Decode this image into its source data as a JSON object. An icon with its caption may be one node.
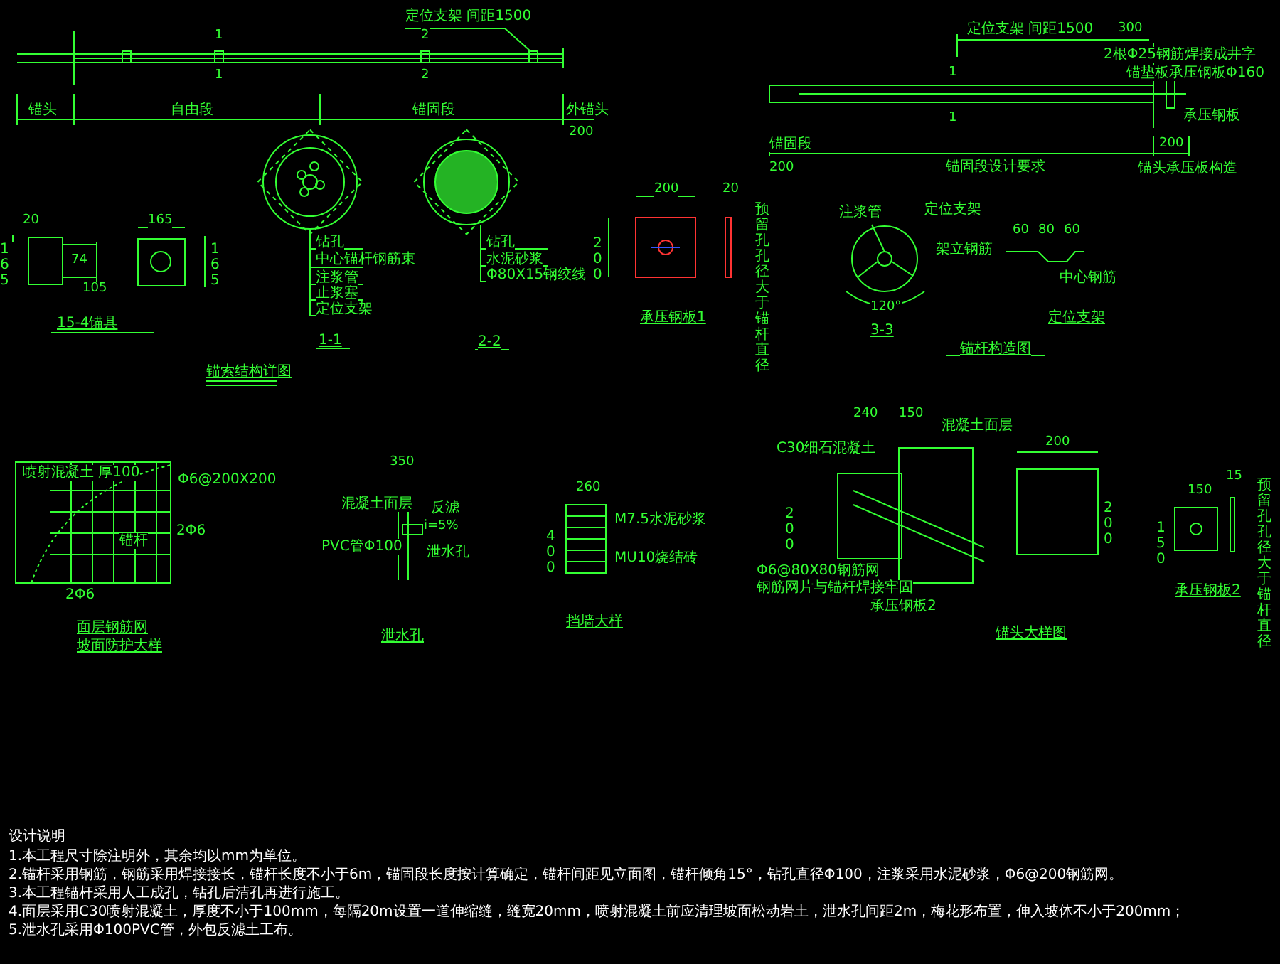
{
  "diagram": {
    "title": "设计说明",
    "labels": [
      "定位支架 间距1500",
      "1",
      "1",
      "2",
      "2",
      "锚头",
      "自由段",
      "锚固段",
      "外锚头",
      "200",
      "钻孔",
      "中心锚杆钢筋束",
      "注浆管",
      "止浆塞",
      "定位支架",
      "钻孔",
      "水泥砂浆",
      "Φ80X15钢绞线",
      "1-1",
      "2-2",
      "20",
      "165",
      "74",
      "105",
      "165",
      "165",
      "15-4锚具",
      "锚索结构详图",
      "定位支架 间距1500",
      "300",
      "2根Φ25钢筋焊接成井字",
      "锚垫板承压钢板Φ160",
      "承压钢板",
      "1",
      "1",
      "锚固段",
      "200",
      "锚固段设计要求",
      "200",
      "锚头承压板构造",
      "200",
      "200",
      "20",
      "承压钢板1",
      "预留孔孔径大于锚杆直径",
      "注浆管",
      "定位支架",
      "架立钢筋",
      "120°",
      "3-3",
      "60",
      "80",
      "60",
      "中心钢筋",
      "定位支架",
      "锚杆构造图",
      "喷射混凝土 厚100",
      "Φ6@200X200",
      "2Φ6",
      "锚杆",
      "2Φ6",
      "面层钢筋网",
      "坡面防护大样",
      "350",
      "混凝土面层",
      "反滤",
      "i=5%",
      "PVC管Φ100",
      "泄水孔",
      "泄水孔",
      "260",
      "400",
      "M7.5水泥砂浆",
      "MU10烧结砖",
      "挡墙大样",
      "240",
      "150",
      "混凝土面层",
      "C30细石混凝土",
      "200",
      "Φ6@80X80钢筋网",
      "钢筋网片与锚杆焊接牢固",
      "承压钢板2",
      "200",
      "200",
      "150",
      "150",
      "15",
      "承压钢板2",
      "预留孔孔径大于锚杆直径",
      "锚头大样图",
      "1.本工程尺寸除注明外，其余均以mm为单位。",
      "2.锚杆采用钢筋，钢筋采用焊接接长，锚杆长度不小于6m，锚固段长度按计算确定，锚杆间距见立面图，锚杆倾角15°，钻孔直径Φ100，注浆采用水泥砂浆，Φ6@200钢筋网。",
      "3.本工程锚杆采用人工成孔，钻孔后清孔再进行施工。",
      "4.面层采用C30喷射混凝土，厚度不小于100mm，每隔20m设置一道伸缩缝，缝宽20mm，喷射混凝土前应清理坡面松动岩土，泄水孔间距2m，梅花形布置，伸入坡体不小于200mm；",
      "5.泄水孔采用Φ100PVC管，外包反滤土工布。"
    ]
  }
}
